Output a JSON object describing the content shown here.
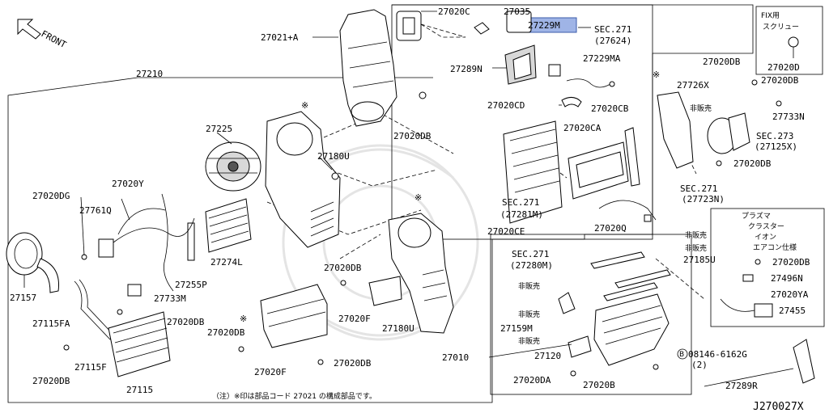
{
  "diagram_id": "J270027X",
  "front_label": "FRONT",
  "footnote": "（注）※印は部品コード 27021 の構成部品です。",
  "highlighted_part": "27229M",
  "fix_box": {
    "title_line1": "FIX用",
    "title_line2": "スクリュー",
    "part": "27020D"
  },
  "plasma_box": {
    "lines": [
      "プラズマ",
      "クラスター",
      "イオン",
      "エアコン仕様"
    ]
  },
  "not_sold": "非販売",
  "labels": [
    {
      "id": "p27020C",
      "text": "27020C"
    },
    {
      "id": "p27035",
      "text": "27035"
    },
    {
      "id": "p27229M",
      "text": "27229M"
    },
    {
      "id": "sec271a",
      "text": "SEC.271"
    },
    {
      "id": "sec271a2",
      "text": "(27624)"
    },
    {
      "id": "p27021A",
      "text": "27021+A"
    },
    {
      "id": "p27289N",
      "text": "27289N"
    },
    {
      "id": "p27229MA",
      "text": "27229MA"
    },
    {
      "id": "p27020DB_a",
      "text": "27020DB"
    },
    {
      "id": "p27020DB_b",
      "text": "27020DB"
    },
    {
      "id": "p27726X",
      "text": "27726X"
    },
    {
      "id": "p27210",
      "text": "27210"
    },
    {
      "id": "p27020CD",
      "text": "27020CD"
    },
    {
      "id": "p27020CB",
      "text": "27020CB"
    },
    {
      "id": "p27733N",
      "text": "27733N"
    },
    {
      "id": "sec273",
      "text": "SEC.273"
    },
    {
      "id": "sec273b",
      "text": "(27125X)"
    },
    {
      "id": "p27225",
      "text": "27225"
    },
    {
      "id": "p27020CA",
      "text": "27020CA"
    },
    {
      "id": "p27020DB_c",
      "text": "27020DB"
    },
    {
      "id": "p27180U",
      "text": "27180U"
    },
    {
      "id": "p27020DB_d",
      "text": "27020DB"
    },
    {
      "id": "p27020Y",
      "text": "27020Y"
    },
    {
      "id": "sec271b",
      "text": "SEC.271"
    },
    {
      "id": "sec271b2",
      "text": "(27723N)"
    },
    {
      "id": "p27020DG",
      "text": "27020DG"
    },
    {
      "id": "sec271c",
      "text": "SEC.271"
    },
    {
      "id": "sec271c2",
      "text": "(27281M)"
    },
    {
      "id": "p27761Q",
      "text": "27761Q"
    },
    {
      "id": "p27020Q",
      "text": "27020Q"
    },
    {
      "id": "p27020CE",
      "text": "27020CE"
    },
    {
      "id": "p27274L",
      "text": "27274L"
    },
    {
      "id": "sec271d",
      "text": "SEC.271"
    },
    {
      "id": "sec271d2",
      "text": "(27280M)"
    },
    {
      "id": "p27185U",
      "text": "27185U"
    },
    {
      "id": "p27020DB_e",
      "text": "27020DB"
    },
    {
      "id": "p27157",
      "text": "27157"
    },
    {
      "id": "p27255P",
      "text": "27255P"
    },
    {
      "id": "p27020DB_f",
      "text": "27020DB"
    },
    {
      "id": "p27733M",
      "text": "27733M"
    },
    {
      "id": "p27496N",
      "text": "27496N"
    },
    {
      "id": "p27020YA",
      "text": "27020YA"
    },
    {
      "id": "p27115FA",
      "text": "27115FA"
    },
    {
      "id": "p27020DB_g",
      "text": "27020DB"
    },
    {
      "id": "p27020F_a",
      "text": "27020F"
    },
    {
      "id": "p27180U_b",
      "text": "27180U"
    },
    {
      "id": "p27455",
      "text": "27455"
    },
    {
      "id": "p27159M",
      "text": "27159M"
    },
    {
      "id": "p27020DB_h",
      "text": "27020DB"
    },
    {
      "id": "p27115F",
      "text": "27115F"
    },
    {
      "id": "p27010",
      "text": "27010"
    },
    {
      "id": "p27120",
      "text": "27120"
    },
    {
      "id": "p08146",
      "text": "08146-6162G"
    },
    {
      "id": "p08146q",
      "text": "(2)"
    },
    {
      "id": "p27020DB_i",
      "text": "27020DB"
    },
    {
      "id": "p27020DB_j",
      "text": "27020DB"
    },
    {
      "id": "p27020F_b",
      "text": "27020F"
    },
    {
      "id": "p27115",
      "text": "27115"
    },
    {
      "id": "p27020DA",
      "text": "27020DA"
    },
    {
      "id": "p27020B",
      "text": "27020B"
    },
    {
      "id": "p27289R",
      "text": "27289R"
    }
  ]
}
